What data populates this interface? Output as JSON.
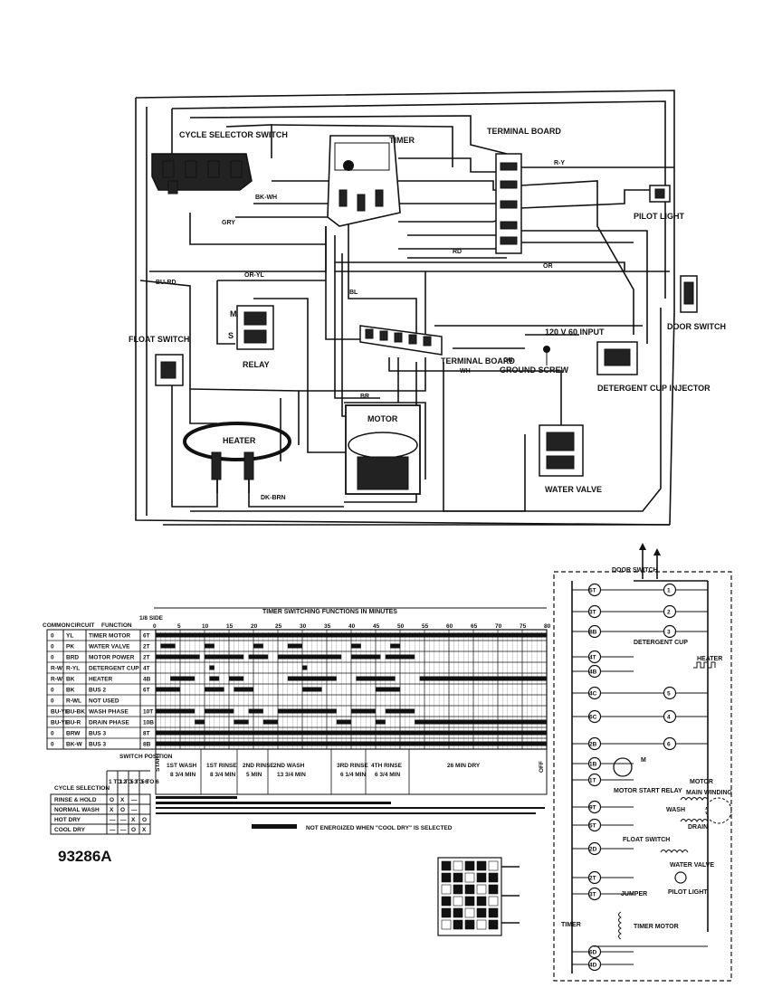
{
  "wiring": {
    "cycle_selector_switch": "CYCLE SELECTOR SWITCH",
    "timer": "TIMER",
    "terminal_board_top": "TERMINAL BOARD",
    "pilot_light": "PILOT LIGHT",
    "door_switch": "DOOR SWITCH",
    "relay": "RELAY",
    "relay_m": "M",
    "relay_s": "S",
    "float_switch": "FLOAT SWITCH",
    "input": "120 V 60 INPUT",
    "terminal_board": "TERMINAL BOARD",
    "ground_screw": "GROUND SCREW",
    "detergent_cup_injector": "DETERGENT CUP INJECTOR",
    "heater": "HEATER",
    "motor": "MOTOR",
    "water_valve": "WATER VALVE",
    "wire_codes": [
      "R-Y",
      "BK-WH",
      "GRY",
      "RD",
      "BL",
      "WH",
      "OR",
      "BR",
      "GN",
      "BU-RD",
      "OR-YL",
      "DK-BRN"
    ]
  },
  "timer_chart": {
    "title": "TIMER SWITCHING FUNCTIONS IN MINUTES",
    "headers": {
      "common": "COMMON",
      "circuit": "CIRCUIT",
      "function": "FUNCTION",
      "side": "1/8 SIDE"
    },
    "minutes": [
      "0",
      "5",
      "10",
      "15",
      "20",
      "25",
      "30",
      "35",
      "40",
      "45",
      "50",
      "55",
      "60",
      "65",
      "70",
      "75",
      "80"
    ],
    "rows": [
      {
        "common": "0",
        "circuit": "YL",
        "function": "TIMER MOTOR",
        "term": "6T"
      },
      {
        "common": "0",
        "circuit": "PK",
        "function": "WATER VALVE",
        "term": "2T"
      },
      {
        "common": "0",
        "circuit": "BRD",
        "function": "MOTOR POWER",
        "term": "2T"
      },
      {
        "common": "R-W",
        "circuit": "R-YL",
        "function": "DETERGENT CUP",
        "term": "4T"
      },
      {
        "common": "R-W",
        "circuit": "BK",
        "function": "HEATER",
        "term": "4B"
      },
      {
        "common": "0",
        "circuit": "BK",
        "function": "BUS 2",
        "term": "6T"
      },
      {
        "common": "0",
        "circuit": "R-WL",
        "function": "NOT USED",
        "term": ""
      },
      {
        "common": "BU-YL",
        "circuit": "BU-BK",
        "function": "WASH PHASE",
        "term": "10T"
      },
      {
        "common": "BU-YL",
        "circuit": "BU-R",
        "function": "DRAIN PHASE",
        "term": "10B"
      },
      {
        "common": "0",
        "circuit": "BRW",
        "function": "BUS 3",
        "term": "8T"
      },
      {
        "common": "0",
        "circuit": "BK-W",
        "function": "BUS 3",
        "term": "8B"
      }
    ],
    "phases": [
      {
        "line1": "1ST WASH",
        "line2": "8 3/4 MIN"
      },
      {
        "line1": "1ST RINSE",
        "line2": "8 3/4 MIN"
      },
      {
        "line1": "2ND RINSE",
        "line2": "5 MIN"
      },
      {
        "line1": "2ND WASH",
        "line2": "13 3/4 MIN"
      },
      {
        "line1": "3RD RINSE",
        "line2": "6 1/4 MIN"
      },
      {
        "line1": "4TH RINSE",
        "line2": "6 3/4 MIN"
      },
      {
        "line1": "26 MIN DRY",
        "line2": ""
      }
    ],
    "start": "START",
    "off": "OFF",
    "note": "NOT ENERGIZED WHEN \"COOL DRY\" IS SELECTED"
  },
  "cycle_table": {
    "title": "CYCLE SELECTION",
    "switch_position": "SWITCH POSITION",
    "positions": [
      "1 TO 2",
      "1 TO 3",
      "5 TO 6",
      "5 TO 6"
    ],
    "rows": [
      {
        "name": "RINSE & HOLD",
        "marks": [
          "O",
          "X",
          "—",
          ""
        ]
      },
      {
        "name": "NORMAL WASH",
        "marks": [
          "X",
          "O",
          "—",
          ""
        ]
      },
      {
        "name": "HOT DRY",
        "marks": [
          "—",
          "—",
          "X",
          "O"
        ]
      },
      {
        "name": "COOL DRY",
        "marks": [
          "—",
          "—",
          "O",
          "X"
        ]
      }
    ]
  },
  "model": "93286A",
  "schematic": {
    "door_switch": "DOOR SWITCH",
    "detergent_cup": "DETERGENT CUP",
    "heater": "HEATER",
    "motor": "MOTOR",
    "motor_start_relay": "MOTOR START RELAY",
    "main_winding": "MAIN WINDING",
    "wash": "WASH",
    "drain": "DRAIN",
    "float_switch": "FLOAT SWITCH",
    "water_valve": "WATER VALVE",
    "pilot_light": "PILOT LIGHT",
    "jumper": "JUMPER",
    "timer": "TIMER",
    "timer_motor": "TIMER MOTOR",
    "terminals_left": [
      "5T",
      "3T",
      "8B",
      "4T",
      "4B",
      "4C",
      "6C",
      "2B",
      "1B",
      "1T",
      "9T",
      "5T",
      "2D",
      "2T",
      "3T",
      "6D",
      "4D"
    ],
    "terminals_right": [
      "1",
      "2",
      "3",
      "5",
      "4",
      "6"
    ],
    "m": "M"
  }
}
